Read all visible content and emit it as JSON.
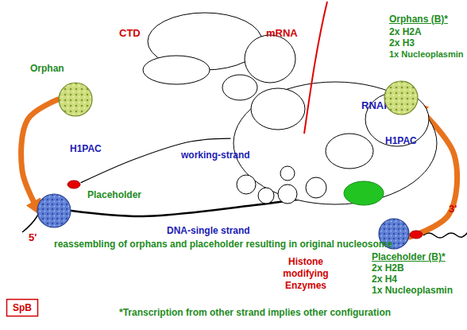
{
  "diagram": {
    "nodes": [
      {
        "text": [
          "Orphan"
        ]
      },
      {
        "text": [
          "H1PAC"
        ]
      },
      {
        "text": [
          "Placeholder"
        ]
      },
      {
        "text": [
          "RNAPII"
        ]
      },
      {
        "text": [
          "Histone modifying Enzymes"
        ]
      },
      {
        "text": [
          "H1PAC"
        ]
      },
      {
        "text": [
          "Placeholder (B)*",
          "2x H2B",
          "2x H4",
          "1x Nucleoplasmin"
        ]
      },
      {
        "text": [
          "Orphans (B)*",
          "2x H2A",
          "2x H3",
          "1x Nucleoplasmin"
        ]
      },
      {
        "text": [
          "SpB"
        ]
      }
    ],
    "edges": [
      {
        "from": 0,
        "to": 2,
        "arrow": "to"
      },
      {
        "from": 6,
        "to": 7,
        "arrow": "to"
      },
      {
        "from": 1,
        "to": 3,
        "label": "working-strand",
        "arrow": "none"
      },
      {
        "from": 2,
        "to": 4,
        "label": "DNA-single strand",
        "arrow": "none"
      }
    ],
    "labels": [
      "CTD",
      "mRNA",
      "5'",
      "3'",
      "reassembling of orphans and placeholder resulting in original nucleosome",
      "*Transcription from other strand implies other configuration"
    ]
  }
}
